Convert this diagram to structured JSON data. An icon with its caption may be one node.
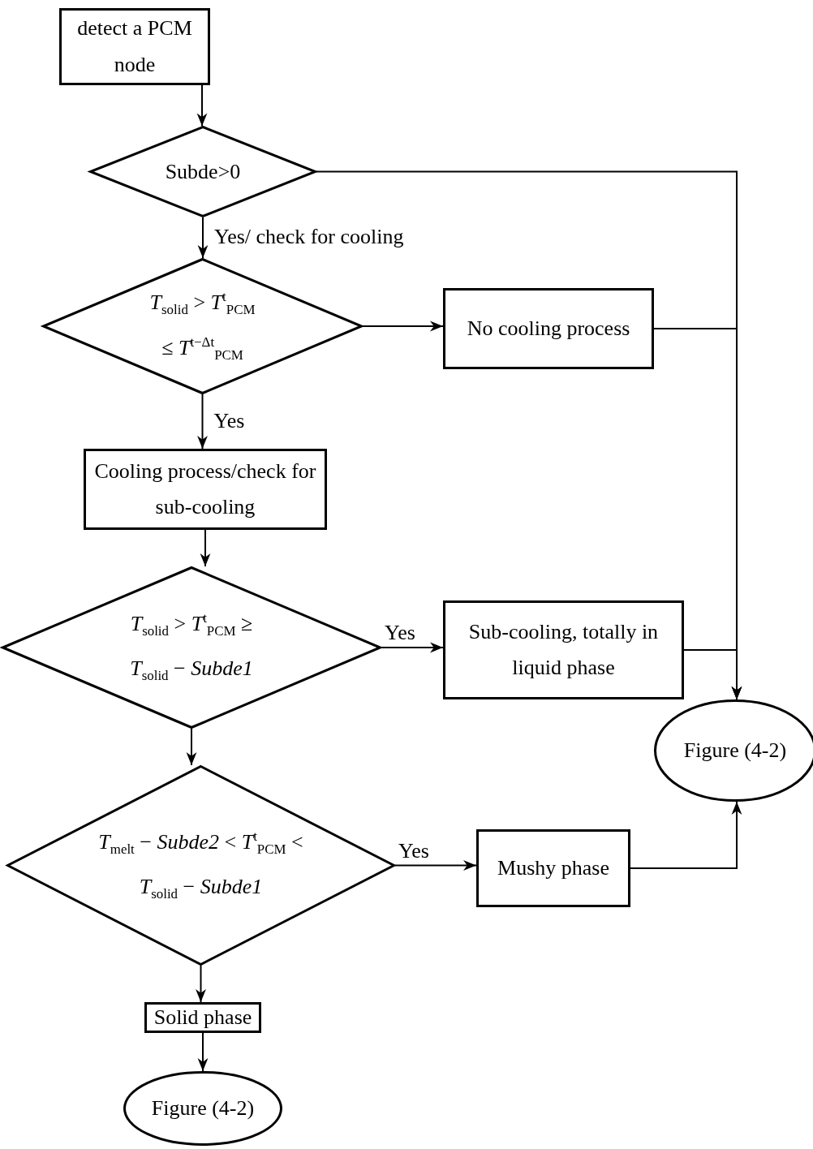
{
  "diagram": {
    "nodes": [
      {
        "text": [
          "detect a PCM node"
        ]
      },
      {
        "text": [
          "Subde>0"
        ]
      },
      {
        "text": [
          "*T*$_{solid}$ > *T*$^{t}$$_{PCM}$",
          "≤ *T*$^{t−Δt}$$_{PCM}$"
        ]
      },
      {
        "text": [
          "No cooling process"
        ]
      },
      {
        "text": [
          "Cooling process/check for sub-cooling"
        ]
      },
      {
        "text": [
          "*T*$_{solid}$ > *T*$^{t}$$_{PCM}$ ≥",
          "*T*$_{solid}$ − *Subde1*"
        ]
      },
      {
        "text": [
          "Sub-cooling, totally in liquid phase"
        ]
      },
      {
        "text": [
          "Figure (4-2)"
        ]
      },
      {
        "text": [
          "*T*$_{melt}$ − *Subde2* < *T*$^{t}$$_{PCM}$ <",
          "*T*$_{solid}$ − *Subde1*"
        ]
      },
      {
        "text": [
          "Mushy phase"
        ]
      },
      {
        "text": [
          "Solid phase"
        ]
      },
      {
        "text": [
          "Figure (4-2)"
        ]
      }
    ],
    "edges": [
      {
        "from": 0,
        "to": 1,
        "arrow": "to"
      },
      {
        "from": 1,
        "to": 7,
        "arrow": "to"
      },
      {
        "from": 1,
        "to": 2,
        "arrow": "to",
        "label": "Yes/ check for cooling"
      },
      {
        "from": 2,
        "to": 3,
        "arrow": "to"
      },
      {
        "from": 3,
        "to": 7,
        "arrow": "to"
      },
      {
        "from": 2,
        "to": 4,
        "arrow": "to",
        "label": "Yes"
      },
      {
        "from": 4,
        "to": 5,
        "arrow": "to"
      },
      {
        "from": 5,
        "to": 6,
        "arrow": "to",
        "label": "Yes"
      },
      {
        "from": 6,
        "to": 7,
        "arrow": "to"
      },
      {
        "from": 5,
        "to": 8,
        "arrow": "to"
      },
      {
        "from": 8,
        "to": 9,
        "arrow": "to",
        "label": "Yes"
      },
      {
        "from": 9,
        "to": 7,
        "arrow": "to"
      },
      {
        "from": 8,
        "to": 10,
        "arrow": "to"
      },
      {
        "from": 10,
        "to": 11,
        "arrow": "to"
      }
    ]
  }
}
